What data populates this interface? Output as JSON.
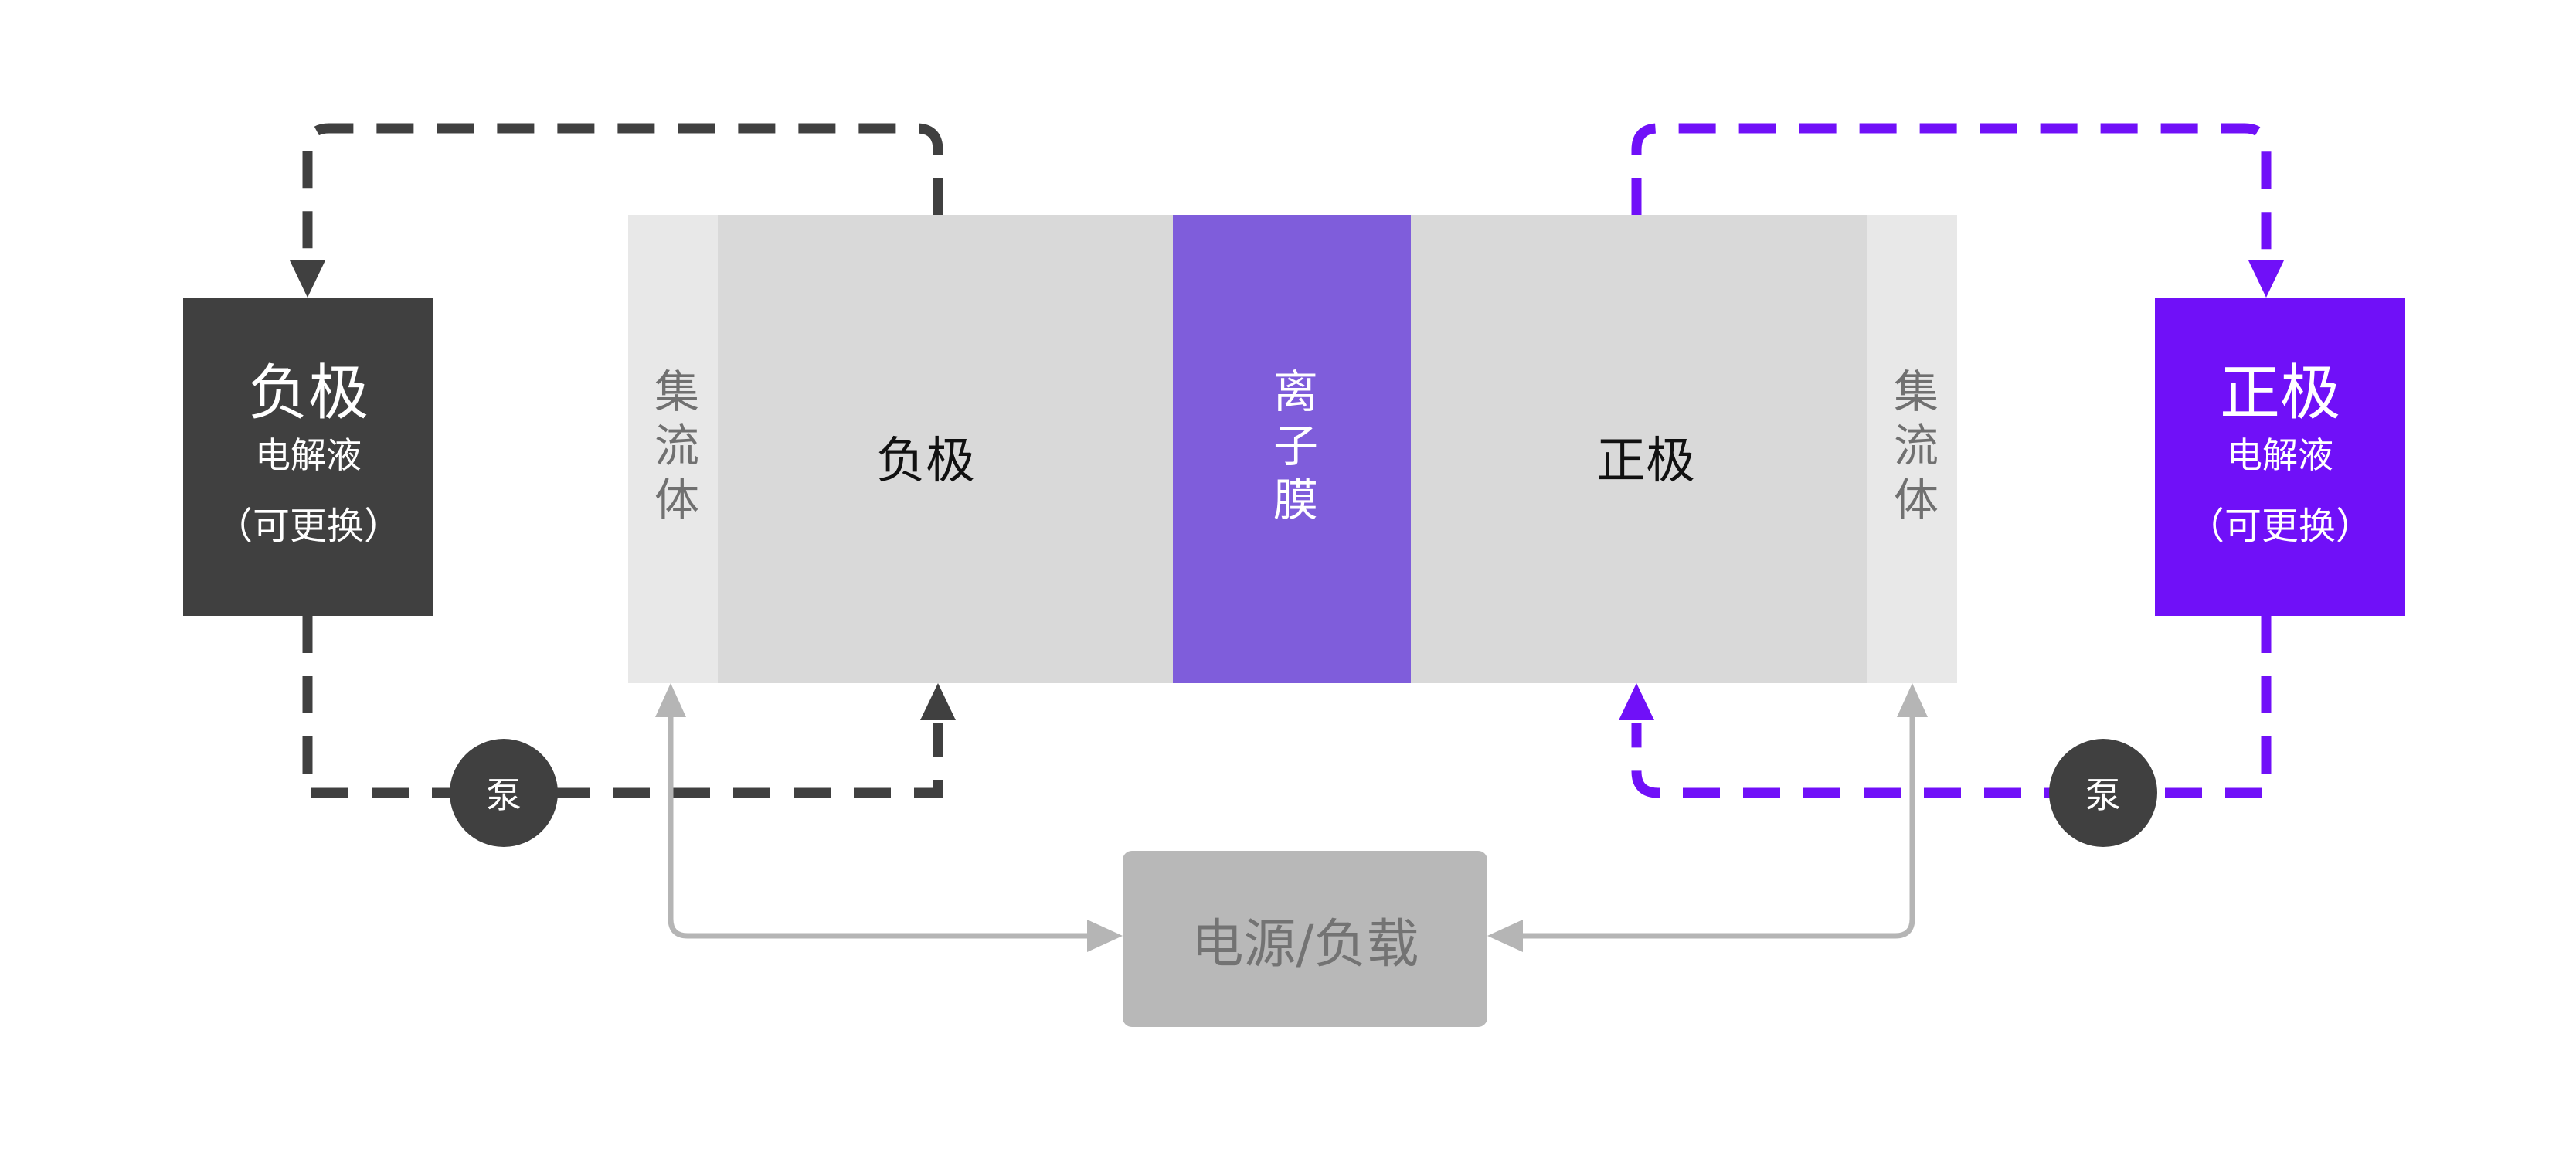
{
  "colors": {
    "negative": "#404040",
    "positive": "#7010f8",
    "membrane": "#7f5ddb",
    "electrode": "#d9d9d9",
    "collector": "#e8e8e8",
    "power": "#b8b8b8",
    "wire": "#b5b5b5"
  },
  "tank_negative": {
    "title": "负极",
    "subtitle": "电解液",
    "note": "（可更换）"
  },
  "tank_positive": {
    "title": "正极",
    "subtitle": "电解液",
    "note": "（可更换）"
  },
  "cell": {
    "collector_left": "集流体",
    "collector_right": "集流体",
    "electrode_negative": "负极",
    "membrane": "离子膜",
    "electrode_positive": "正极"
  },
  "pump_left": "泵",
  "pump_right": "泵",
  "power": "电源/负载"
}
